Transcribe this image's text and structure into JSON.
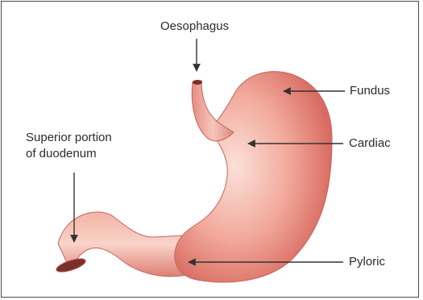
{
  "labels": {
    "oesophagus": "Oesophagus",
    "fundus": "Fundus",
    "cardiac": "Cardiac",
    "pyloric": "Pyloric",
    "duodenum_line1": "Superior portion",
    "duodenum_line2": "of duodenum"
  },
  "colors": {
    "organ_light": "#fbe1da",
    "organ_mid": "#f2aa9c",
    "organ_dark": "#d96c62",
    "outline": "#b85a53",
    "lumen": "#7a2f2c",
    "pointer": "#333333",
    "label_text": "#2b2b2b",
    "frame": "#4a4a4a"
  }
}
